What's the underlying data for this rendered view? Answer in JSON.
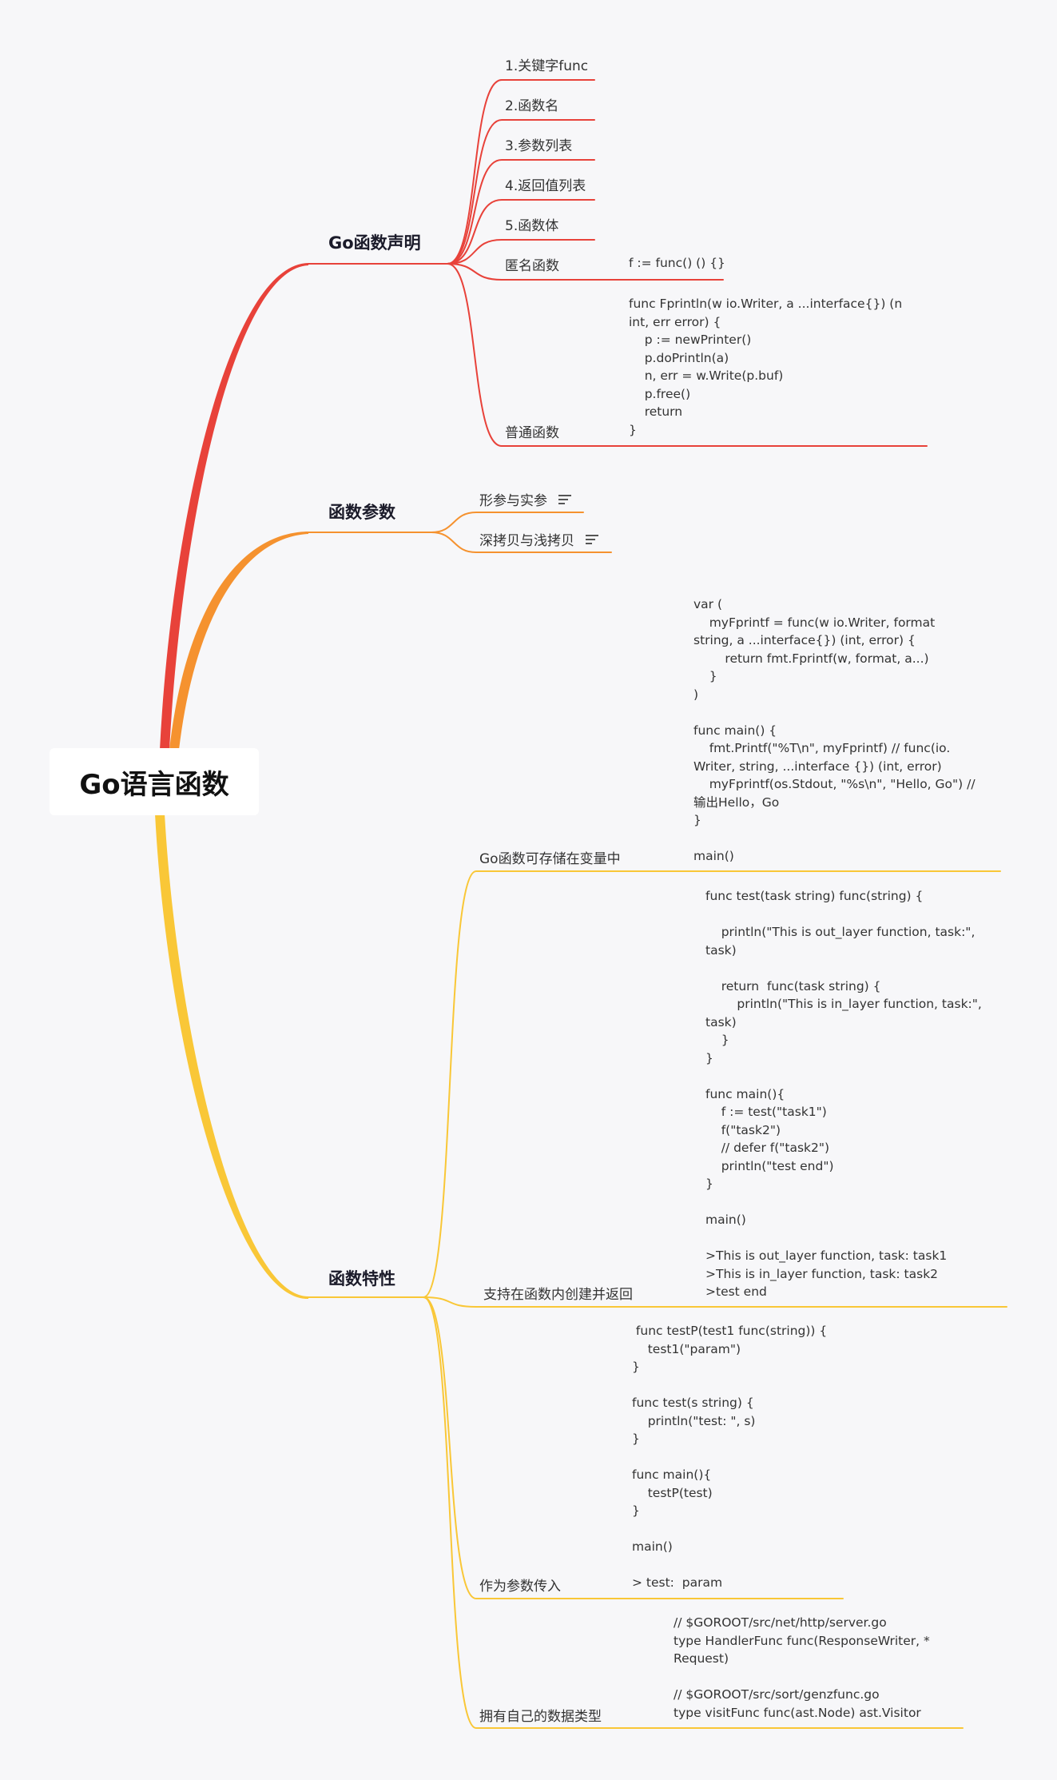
{
  "root": {
    "label": "Go语言函数"
  },
  "colors": {
    "branch1": "#e8423a",
    "branch2": "#f5922f",
    "branch3": "#f9c737"
  },
  "branches": [
    {
      "label": "Go函数声明",
      "children": [
        {
          "label": "1.关键字func"
        },
        {
          "label": "2.函数名"
        },
        {
          "label": "3.参数列表"
        },
        {
          "label": "4.返回值列表"
        },
        {
          "label": "5.函数体"
        },
        {
          "label": "匿名函数",
          "code": "f := func() () {}"
        },
        {
          "label": "普通函数",
          "code": "func Fprintln(w io.Writer, a ...interface{}) (n\nint, err error) {\n    p := newPrinter()\n    p.doPrintln(a)\n    n, err = w.Write(p.buf)\n    p.free()\n    return\n}"
        }
      ]
    },
    {
      "label": "函数参数",
      "children": [
        {
          "label": "形参与实参",
          "note_icon": "note-icon"
        },
        {
          "label": "深拷贝与浅拷贝",
          "note_icon": "note-icon"
        }
      ]
    },
    {
      "label": "函数特性",
      "children": [
        {
          "label": "Go函数可存储在变量中",
          "code": "var (\n    myFprintf = func(w io.Writer, format\nstring, a ...interface{}) (int, error) {\n        return fmt.Fprintf(w, format, a...)\n    }\n)\n\nfunc main() {\n    fmt.Printf(\"%T\\n\", myFprintf) // func(io.\nWriter, string, ...interface {}) (int, error)\n    myFprintf(os.Stdout, \"%s\\n\", \"Hello, Go\") //\n输出Hello，Go\n}\n\nmain()"
        },
        {
          "label": "支持在函数内创建并返回",
          "code": "func test(task string) func(string) {\n\n    println(\"This is out_layer function, task:\",\ntask)\n\n    return  func(task string) {\n        println(\"This is in_layer function, task:\",\ntask)\n    }\n}\n\nfunc main(){\n    f := test(\"task1\")\n    f(\"task2\")\n    // defer f(\"task2\")\n    println(\"test end\")\n}\n\nmain()\n\n>This is out_layer function, task: task1\n>This is in_layer function, task: task2\n>test end"
        },
        {
          "label": "作为参数传入",
          "code": " func testP(test1 func(string)) {\n    test1(\"param\")\n}\n\nfunc test(s string) {\n    println(\"test: \", s)\n}\n\nfunc main(){\n    testP(test)\n}\n\nmain()\n\n> test:  param"
        },
        {
          "label": "拥有自己的数据类型",
          "code": "// $GOROOT/src/net/http/server.go\ntype HandlerFunc func(ResponseWriter, *\nRequest)\n\n// $GOROOT/src/sort/genzfunc.go\ntype visitFunc func(ast.Node) ast.Visitor"
        }
      ]
    }
  ]
}
